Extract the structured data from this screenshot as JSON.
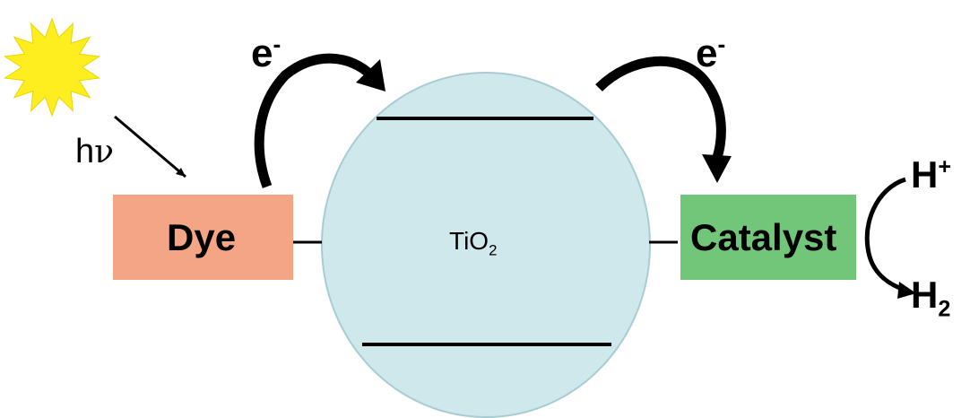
{
  "diagram": {
    "light_label_main": "h",
    "light_label_symbol": "ν",
    "electron_left": {
      "base": "e",
      "sup": "-"
    },
    "electron_right": {
      "base": "e",
      "sup": "-"
    },
    "dye_label": "Dye",
    "tio2_label": {
      "base": "TiO",
      "sub": "2"
    },
    "catalyst_label": "Catalyst",
    "proton_label": {
      "base": "H",
      "sup": "+"
    },
    "hydrogen_label": {
      "base": "H",
      "sub": "2"
    }
  },
  "colors": {
    "sun": "#ffee1f",
    "dye_box": "#f3a586",
    "tio2_circle": "#cfe8ec",
    "tio2_outline": "#a9ccd3",
    "catalyst_box": "#71c67a",
    "line": "#000000"
  },
  "icons": [
    "sun-icon",
    "curved-arrow-icon",
    "straight-arrow-icon"
  ]
}
